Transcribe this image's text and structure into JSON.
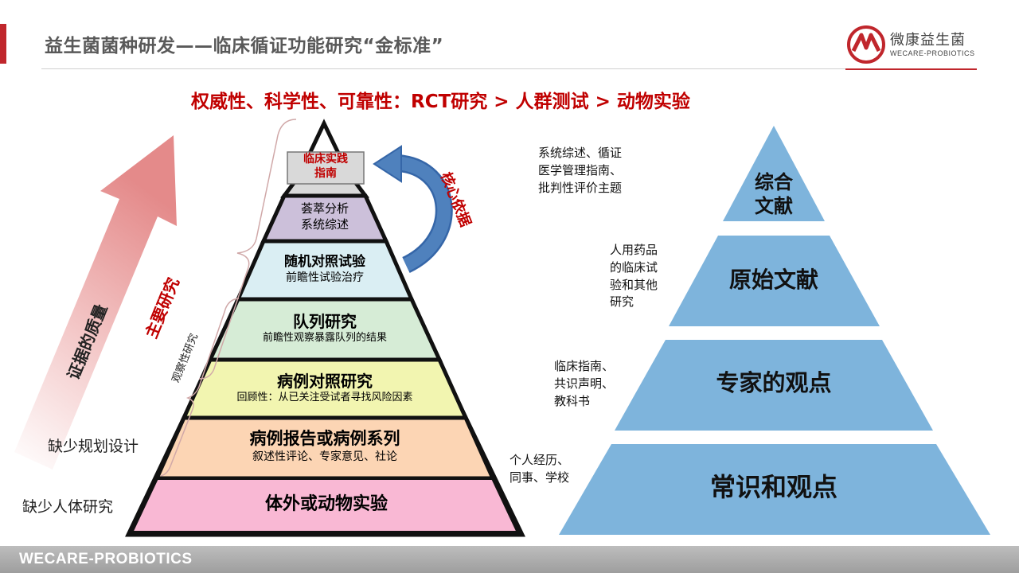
{
  "header": {
    "title": "益生菌菌种研发——临床循证功能研究“金标准”",
    "logo_cn": "微康益生菌",
    "logo_en": "WECARE-PROBIOTICS"
  },
  "headline": "权威性、科学性、可靠性：RCT研究 > 人群测试 > 动物实验",
  "left_pyramid": {
    "levels": [
      {
        "title": "临床实践",
        "subtitle": "指南",
        "fill": "#d9d9d9",
        "title_color": "#c00000"
      },
      {
        "title": "荟萃分析",
        "subtitle": "系统综述",
        "fill": "#ccc0da"
      },
      {
        "title": "随机对照试验",
        "subtitle": "前瞻性试验治疗",
        "fill": "#daeef3"
      },
      {
        "title": "队列研究",
        "subtitle": "前瞻性观察暴露队列的结果",
        "fill": "#d6ecd6"
      },
      {
        "title": "病例对照研究",
        "subtitle": "回顾性：从已关注受试者寻找风险因素",
        "fill": "#f2f5b0"
      },
      {
        "title": "病例报告或病例系列",
        "subtitle": "叙述性评论、专家意见、社论",
        "fill": "#fcd5b4"
      },
      {
        "title": "体外或动物实验",
        "subtitle": "",
        "fill": "#f9b8d4"
      }
    ],
    "core_basis_label": "核心依据",
    "main_research_label": "主要研究",
    "observational_label": "观察性研究",
    "evidence_quality_label": "证据的质量",
    "lack_planning_label": "缺少规划设计",
    "lack_human_label": "缺少人体研究"
  },
  "right_pyramid": {
    "fill": "#7eb4dc",
    "levels": [
      {
        "title": "综合",
        "subtitle": "文献",
        "note": "系统综述、循证\n医学管理指南、\n批判性评价主题"
      },
      {
        "title": "原始文献",
        "subtitle": "",
        "note": "人用药品\n的临床试\n验和其他\n研究"
      },
      {
        "title": "专家的观点",
        "subtitle": "",
        "note": "临床指南、\n共识声明、\n教科书"
      },
      {
        "title": "常识和观点",
        "subtitle": "",
        "note": "个人经历、\n同事、学校"
      }
    ]
  },
  "footer": {
    "text": "WECARE-PROBIOTICS"
  }
}
